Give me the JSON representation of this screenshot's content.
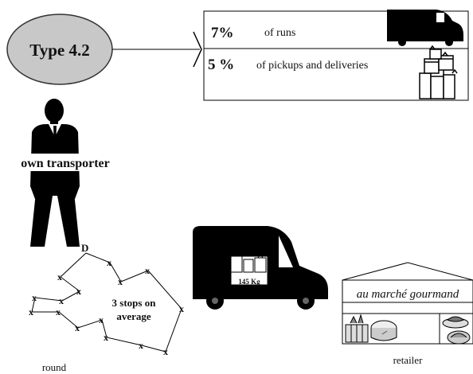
{
  "type_label": "Type 4.2",
  "stats": [
    {
      "value": "7%",
      "label": "of runs",
      "icon": "van-icon"
    },
    {
      "value": "5 %",
      "label": "of pickups and deliveries",
      "icon": "stacked-boxes-icon"
    }
  ],
  "transporter_label": "own transporter",
  "route": {
    "depot_label": "D",
    "stop_marker": "x",
    "stops_text_line1": "3 stops on",
    "stops_text_line2": "average",
    "caption": "round"
  },
  "van": {
    "load_label": "145 Kg"
  },
  "retailer": {
    "sign": "au marché gourmand",
    "caption": "retailer"
  },
  "colors": {
    "ellipse_fill": "#c8c8c8",
    "silhouette": "#000000",
    "stats_text": "#111111"
  }
}
